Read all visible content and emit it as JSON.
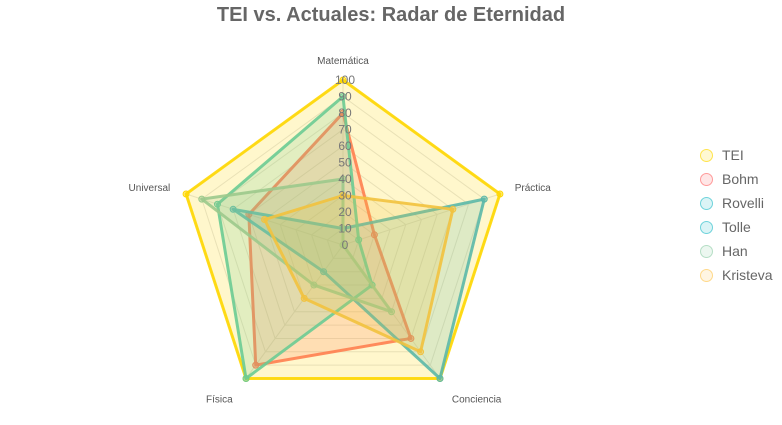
{
  "chart_data": {
    "type": "radar",
    "title": "TEI vs. Actuales: Radar de Eternidad",
    "axes": [
      "Matemática",
      "Práctica",
      "Conciencia",
      "Física",
      "Universal"
    ],
    "r_range": [
      0,
      100
    ],
    "ticks": [
      0,
      10,
      20,
      30,
      40,
      50,
      60,
      70,
      80,
      90,
      100
    ],
    "legend_position": "right",
    "series": [
      {
        "name": "TEI",
        "values": [
          100,
          100,
          100,
          100,
          100
        ],
        "color": "#FFD700",
        "legend_color": "#FFE44D"
      },
      {
        "name": "Bohm",
        "values": [
          80,
          20,
          70,
          90,
          60
        ],
        "color": "#FF7F50",
        "legend_color": "#FF9A9A"
      },
      {
        "name": "Rovelli",
        "values": [
          10,
          90,
          100,
          20,
          70
        ],
        "color": "#5BB8A8",
        "legend_color": "#6FD3DB"
      },
      {
        "name": "Tolle",
        "values": [
          90,
          10,
          30,
          100,
          80
        ],
        "color": "#6CCB93",
        "legend_color": "#6FD3DB"
      },
      {
        "name": "Han",
        "values": [
          40,
          0,
          50,
          30,
          90
        ],
        "color": "#9CC98C",
        "legend_color": "#B5DEC5"
      },
      {
        "name": "Kristeva",
        "values": [
          30,
          70,
          80,
          40,
          50
        ],
        "color": "#F2C23E",
        "legend_color": "#FFD98A"
      }
    ]
  }
}
